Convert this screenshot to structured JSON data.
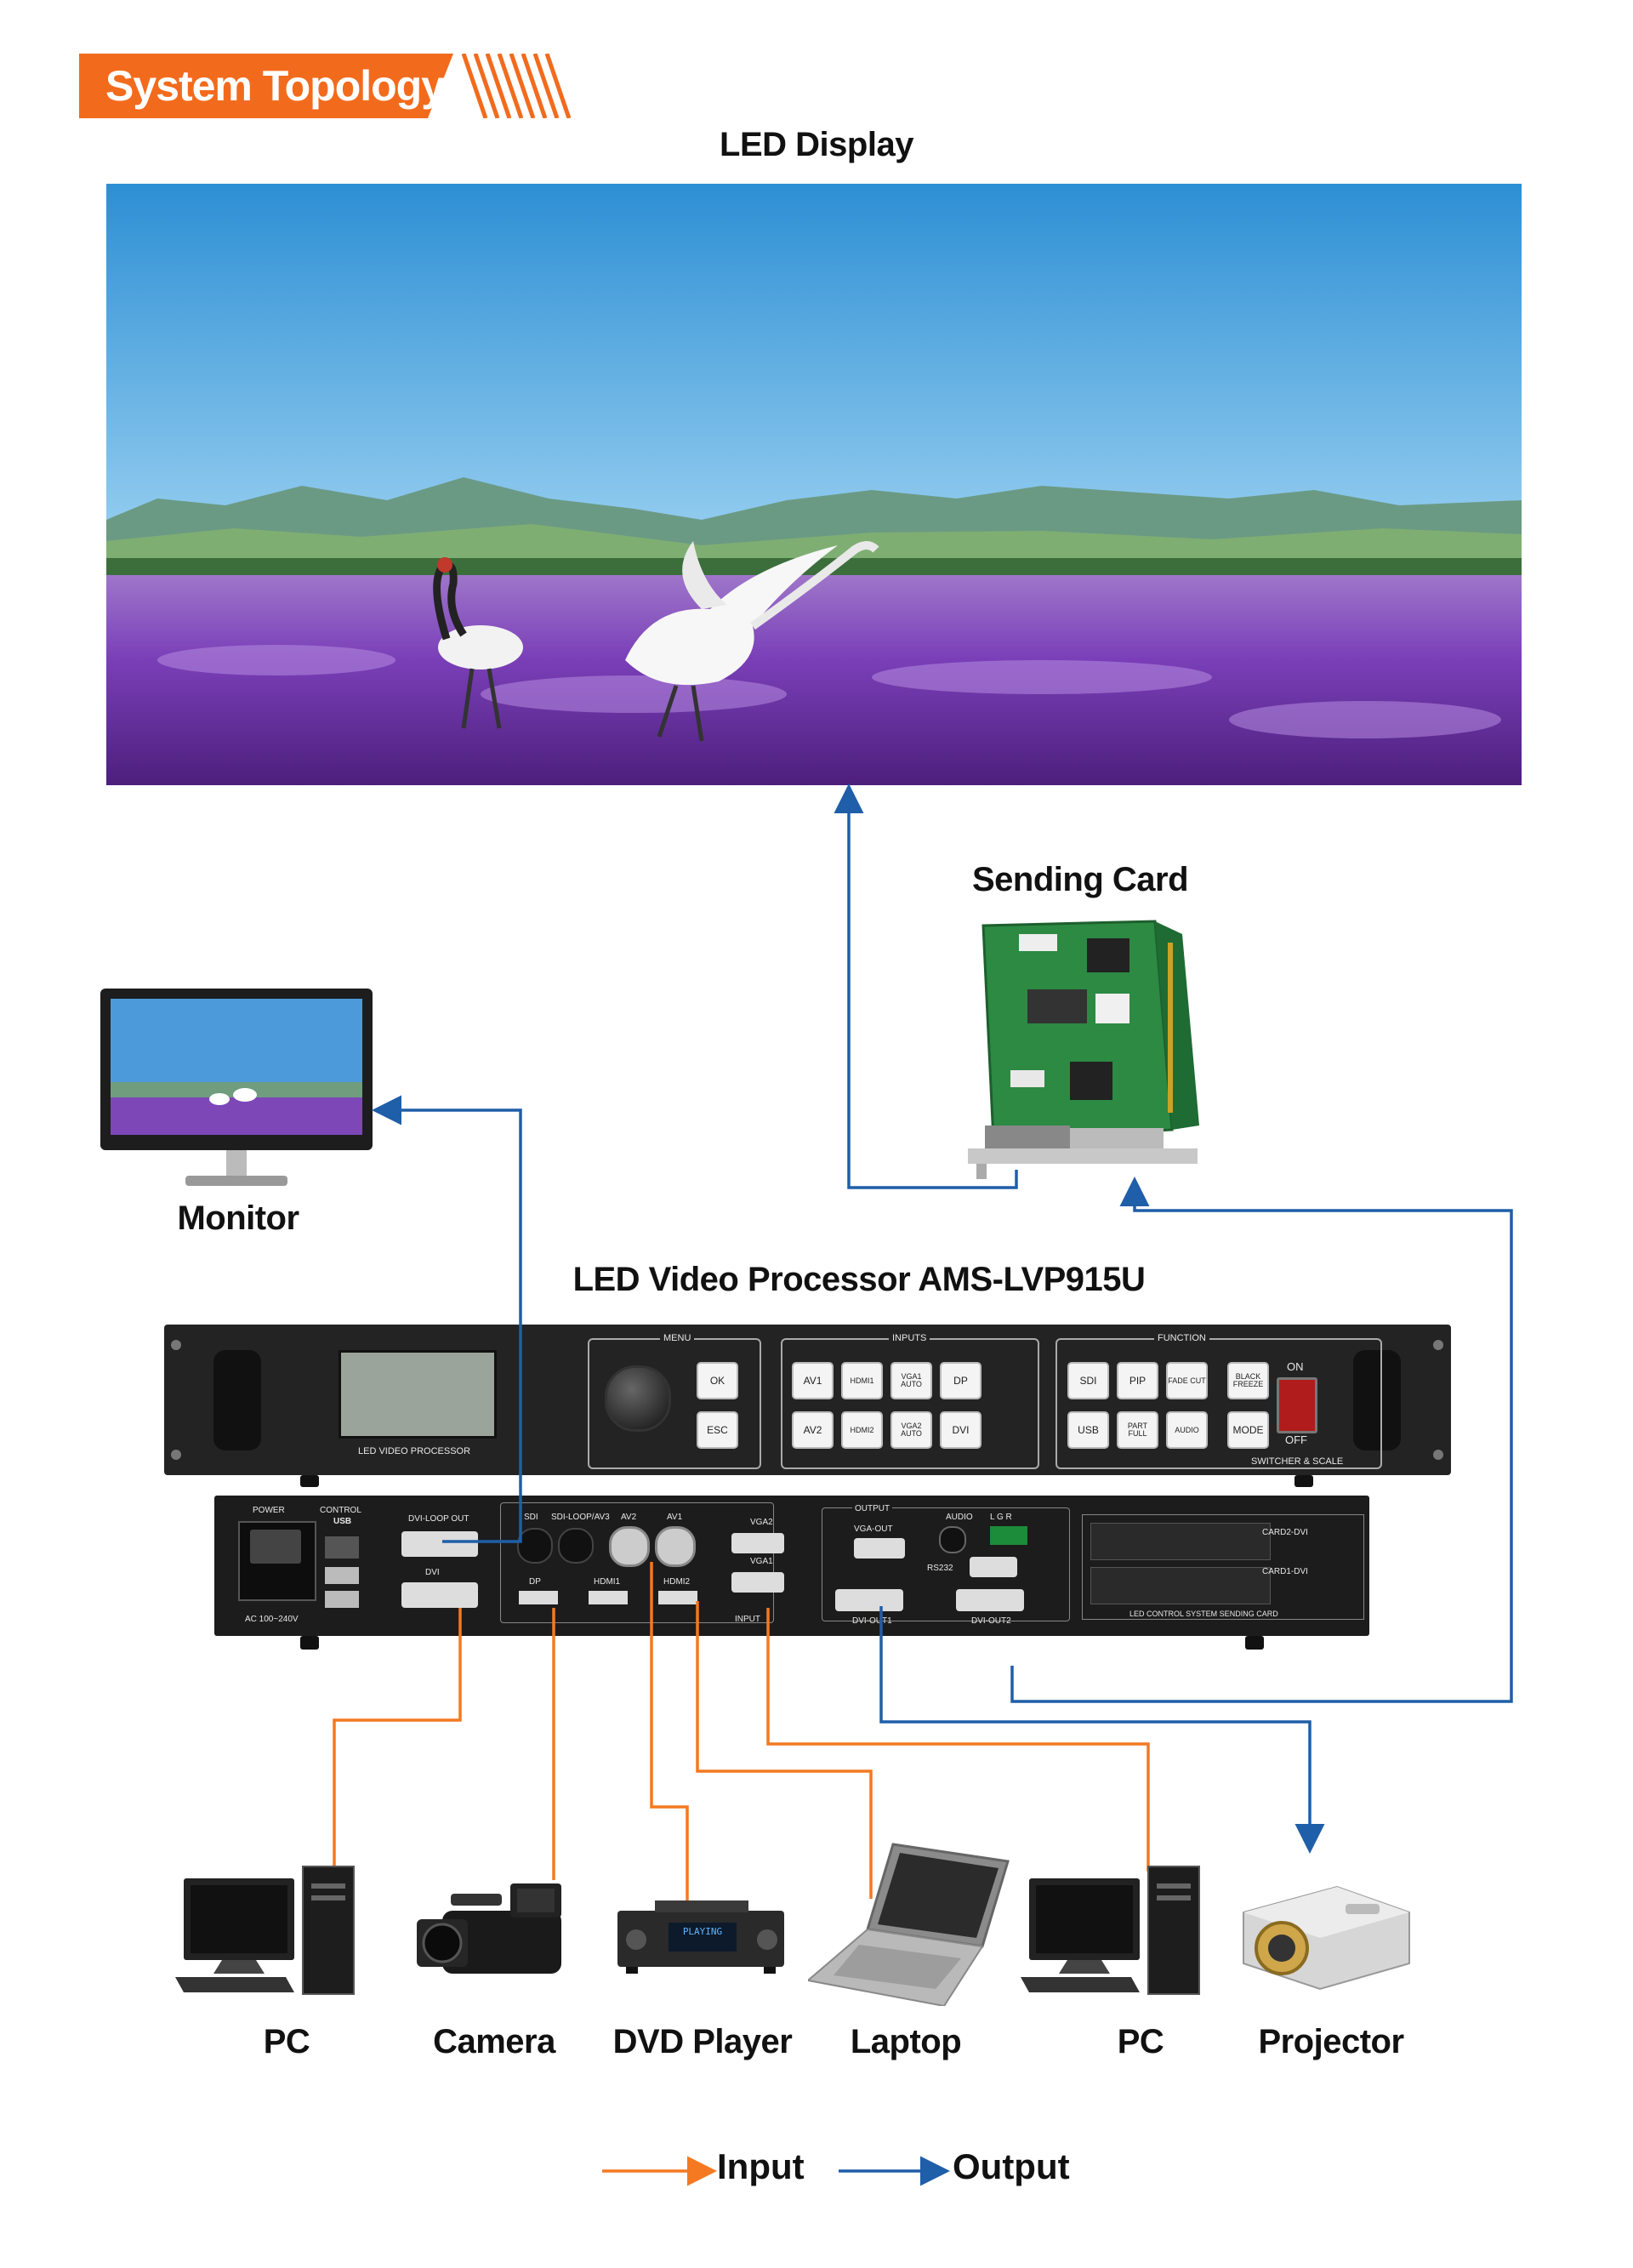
{
  "header": {
    "title": "System Topology",
    "color": "#f26b1d"
  },
  "led_display": {
    "label": "LED Display"
  },
  "sending_card": {
    "label": "Sending Card"
  },
  "monitor": {
    "label": "Monitor"
  },
  "processor": {
    "label": "LED Video Processor AMS-LVP915U",
    "front": {
      "lcd_caption": "LED VIDEO PROCESSOR",
      "menu_label": "MENU",
      "inputs_label": "INPUTS",
      "function_label": "FUNCTION",
      "menu_keys": [
        "OK",
        "ESC"
      ],
      "input_keys": [
        "AV1",
        "HDMI1",
        "VGA1 AUTO",
        "DP",
        "AV2",
        "HDMI2",
        "VGA2 AUTO",
        "DVI"
      ],
      "function_keys": [
        "SDI",
        "PIP",
        "FADE CUT",
        "BLACK FREEZE",
        "USB",
        "PART FULL",
        "AUDIO",
        "MODE"
      ],
      "power_on": "ON",
      "power_off": "OFF",
      "caption": "SWITCHER & SCALE"
    },
    "rear": {
      "power": "POWER",
      "control": "CONTROL",
      "usb": "USB",
      "ac": "AC 100~240V",
      "dvi_loop_out": "DVI-LOOP OUT",
      "dvi": "DVI",
      "sdi": "SDI",
      "sdi_loop": "SDI-LOOP/AV3",
      "av2": "AV2",
      "av1": "AV1",
      "vga2": "VGA2",
      "vga1": "VGA1",
      "dp": "DP",
      "hdmi1": "HDMI1",
      "hdmi2": "HDMI2",
      "input": "INPUT",
      "output": "OUTPUT",
      "vga_out": "VGA-OUT",
      "dvi_out1": "DVI-OUT1",
      "dvi_out2": "DVI-OUT2",
      "audio": "AUDIO",
      "lgr": "L  G  R",
      "rs232": "RS232",
      "card2": "CARD2-DVI",
      "card1": "CARD1-DVI",
      "sending_caption": "LED CONTROL SYSTEM SENDING CARD"
    }
  },
  "devices": [
    "PC",
    "Camera",
    "DVD Player",
    "Laptop",
    "PC",
    "Projector"
  ],
  "dvd_screen_text": "PLAYING",
  "legend": {
    "input": "Input",
    "output": "Output",
    "input_color": "#f47920",
    "output_color": "#1f5ea8"
  }
}
